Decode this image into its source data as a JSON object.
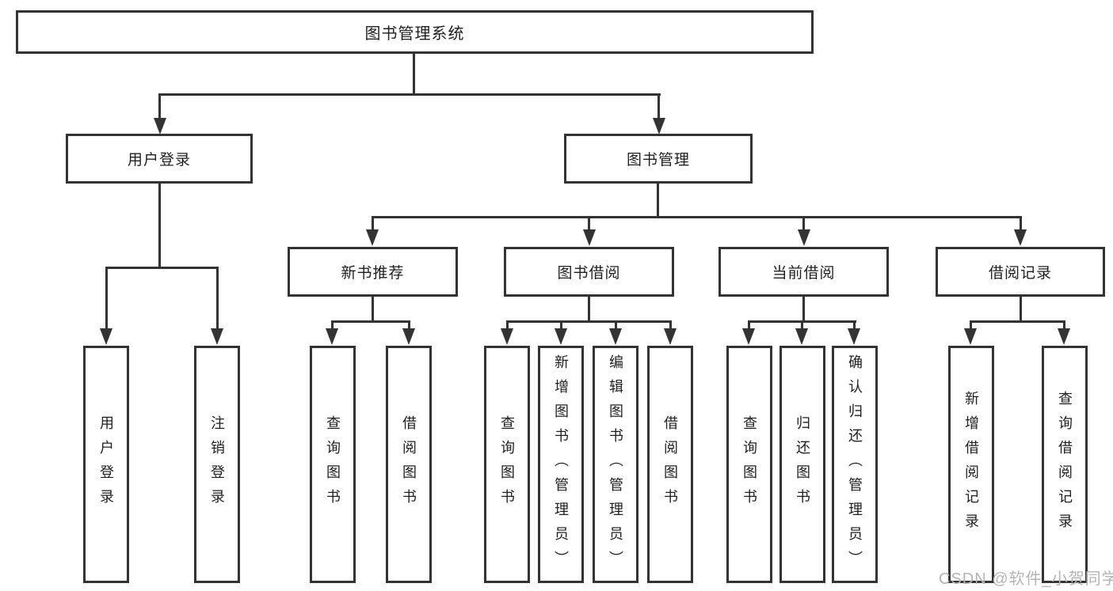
{
  "colors": {
    "line": "#333333",
    "text": "#1f1f1f",
    "watermark": "#b4b4b4",
    "bg": "#ffffff"
  },
  "watermark": "CSDN @软件_小贺同学",
  "chart_type": "hierarchy-diagram",
  "tree": {
    "root": {
      "label": "图书管理系统",
      "children": [
        {
          "label": "用户登录",
          "children": [
            {
              "label": "用户登录"
            },
            {
              "label": "注销登录"
            }
          ]
        },
        {
          "label": "图书管理",
          "children": [
            {
              "label": "新书推荐",
              "children": [
                {
                  "label": "查询图书"
                },
                {
                  "label": "借阅图书"
                }
              ]
            },
            {
              "label": "图书借阅",
              "children": [
                {
                  "label": "查询图书"
                },
                {
                  "label": "新增图书（管理员）"
                },
                {
                  "label": "编辑图书（管理员）"
                },
                {
                  "label": "借阅图书"
                }
              ]
            },
            {
              "label": "当前借阅",
              "children": [
                {
                  "label": "查询图书"
                },
                {
                  "label": "归还图书"
                },
                {
                  "label": "确认归还（管理员）"
                }
              ]
            },
            {
              "label": "借阅记录",
              "children": [
                {
                  "label": "新增借阅记录"
                },
                {
                  "label": "查询借阅记录"
                }
              ]
            }
          ]
        }
      ]
    }
  }
}
